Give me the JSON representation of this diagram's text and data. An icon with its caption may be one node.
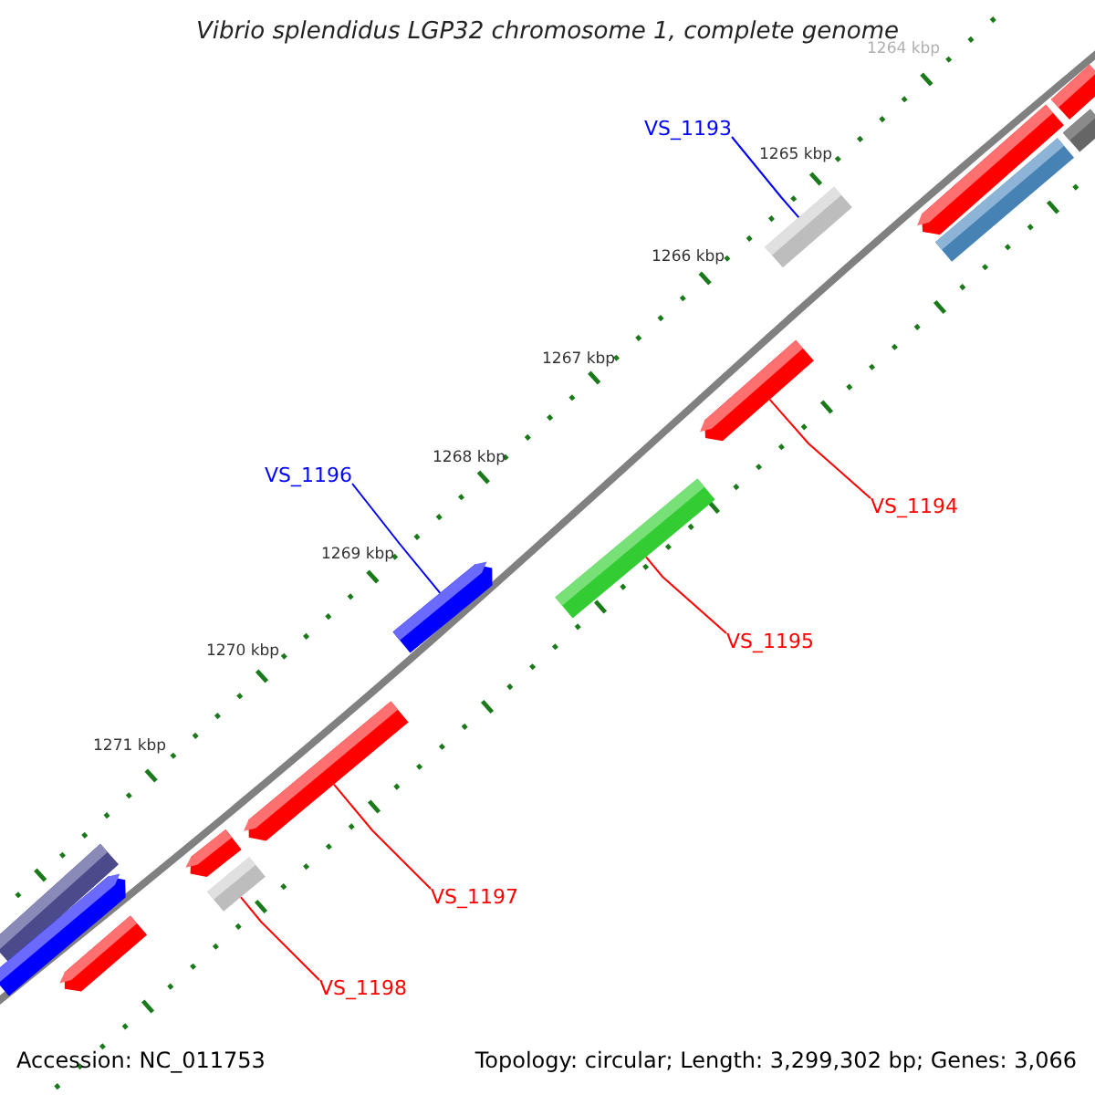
{
  "diagram": {
    "title": "Vibrio splendidus LGP32 chromosome 1, complete genome",
    "nodes": [
      {
        "text": [
          "VS_1193"
        ]
      },
      {
        "text": [],
        "shape": "bar"
      },
      {
        "text": [
          "VS_1196"
        ]
      },
      {
        "text": [],
        "shape": "bar"
      },
      {
        "text": [
          "VS_1194"
        ]
      },
      {
        "text": [],
        "shape": "bar"
      },
      {
        "text": [
          "VS_1195"
        ]
      },
      {
        "text": [],
        "shape": "bar"
      },
      {
        "text": [
          "VS_1197"
        ]
      },
      {
        "text": [],
        "shape": "bar"
      },
      {
        "text": [
          "VS_1198"
        ]
      },
      {
        "text": [],
        "shape": "bar"
      },
      {
        "text": [],
        "shape": "bar"
      },
      {
        "text": [],
        "shape": "bar"
      },
      {
        "text": [],
        "shape": "bar"
      },
      {
        "text": [],
        "shape": "bar"
      },
      {
        "text": [],
        "shape": "bar"
      },
      {
        "text": [],
        "shape": "bar"
      },
      {
        "text": [],
        "shape": "bar"
      },
      {
        "text": [],
        "shape": "bar"
      }
    ],
    "edges": [
      {
        "from": 0,
        "to": 1,
        "arrow": "none",
        "color": "#0000ff"
      },
      {
        "from": 2,
        "to": 3,
        "arrow": "none",
        "color": "#0000ff"
      },
      {
        "from": 4,
        "to": 5,
        "arrow": "none"
      },
      {
        "from": 6,
        "to": 7,
        "arrow": "none"
      },
      {
        "from": 8,
        "to": 9,
        "arrow": "none"
      },
      {
        "from": 10,
        "to": 11,
        "arrow": "none"
      }
    ],
    "labels": [
      "1264 kbp",
      "1265 kbp",
      "1266 kbp",
      "1267 kbp",
      "1268 kbp",
      "1269 kbp",
      "1270 kbp",
      "1271 kbp",
      "Accession: NC_011753",
      "Topology: circular; Length: 3,299,302 bp; Genes: 3,066"
    ]
  }
}
